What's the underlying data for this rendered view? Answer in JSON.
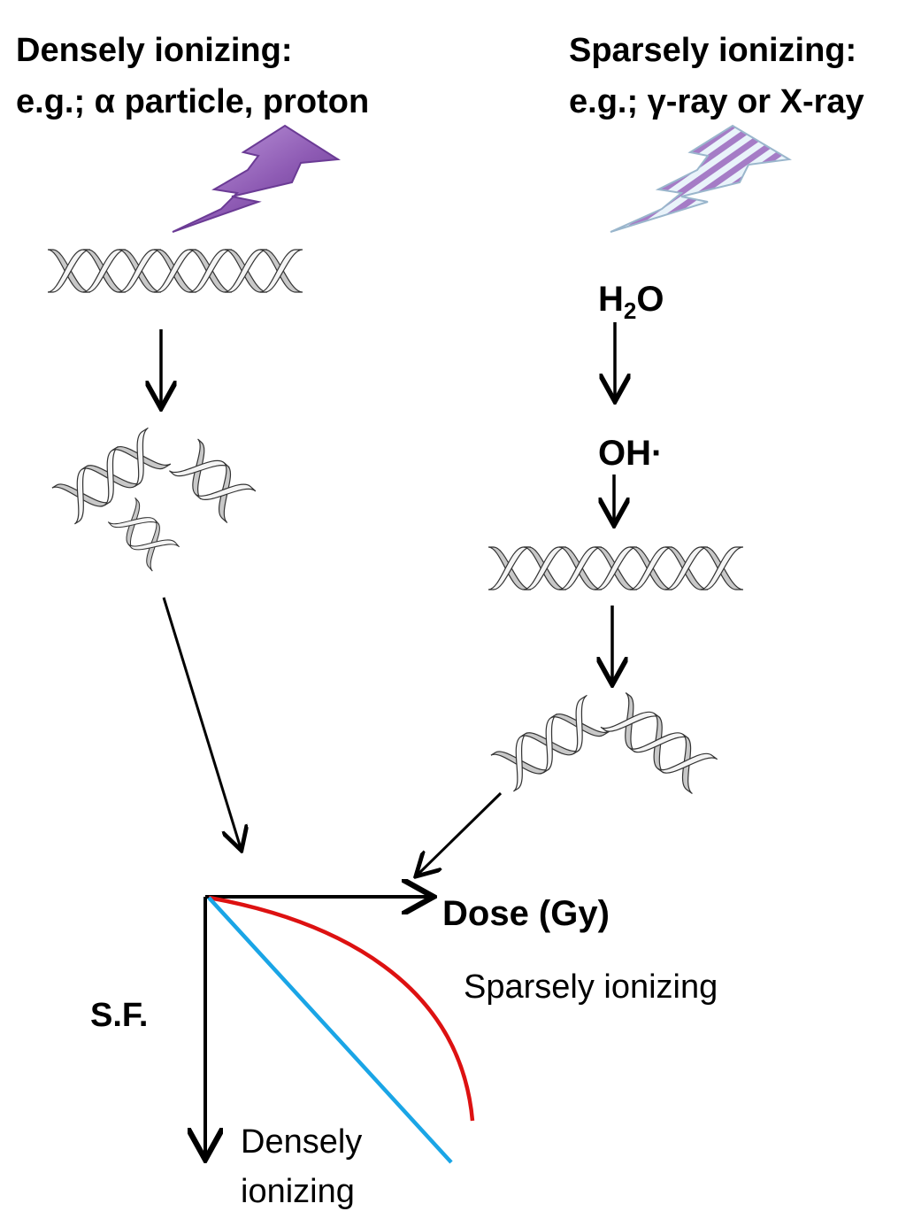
{
  "left_column": {
    "title_line1": "Densely ionizing:",
    "title_line2": "e.g.; α particle, proton"
  },
  "right_column": {
    "title_line1": "Sparsely ionizing:",
    "title_line2": "e.g.; γ-ray or X-ray",
    "h2o_h": "H",
    "h2o_sub": "2",
    "h2o_o": "O",
    "radical": "OH·"
  },
  "graph": {
    "x_axis_label": "Dose (Gy)",
    "y_axis_label": "S.F.",
    "sparse_curve_label": "Sparsely ionizing",
    "dense_line_label_line1": "Densely",
    "dense_line_label_line2": "ionizing"
  },
  "colors": {
    "lightning_dense": "#8e5bb4",
    "lightning_sparse_stripe": "#a57cc6",
    "dna": "#9a9a9a",
    "sparse_curve": "#dd1111",
    "dense_line": "#1aa5e6"
  },
  "icons": [
    "dense-lightning-icon",
    "sparse-lightning-icon",
    "dna-helix-icon",
    "broken-dna-icon"
  ]
}
